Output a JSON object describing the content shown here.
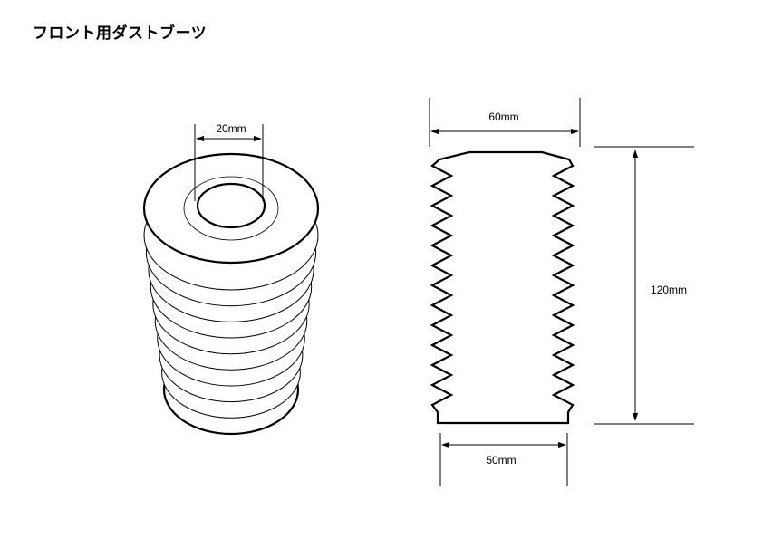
{
  "title": "フロント用ダストブーツ",
  "dimensions": {
    "inner_diameter": "20mm",
    "top_width": "60mm",
    "height": "120mm",
    "bottom_width": "50mm"
  },
  "colors": {
    "line": "#000000",
    "background": "#ffffff"
  }
}
